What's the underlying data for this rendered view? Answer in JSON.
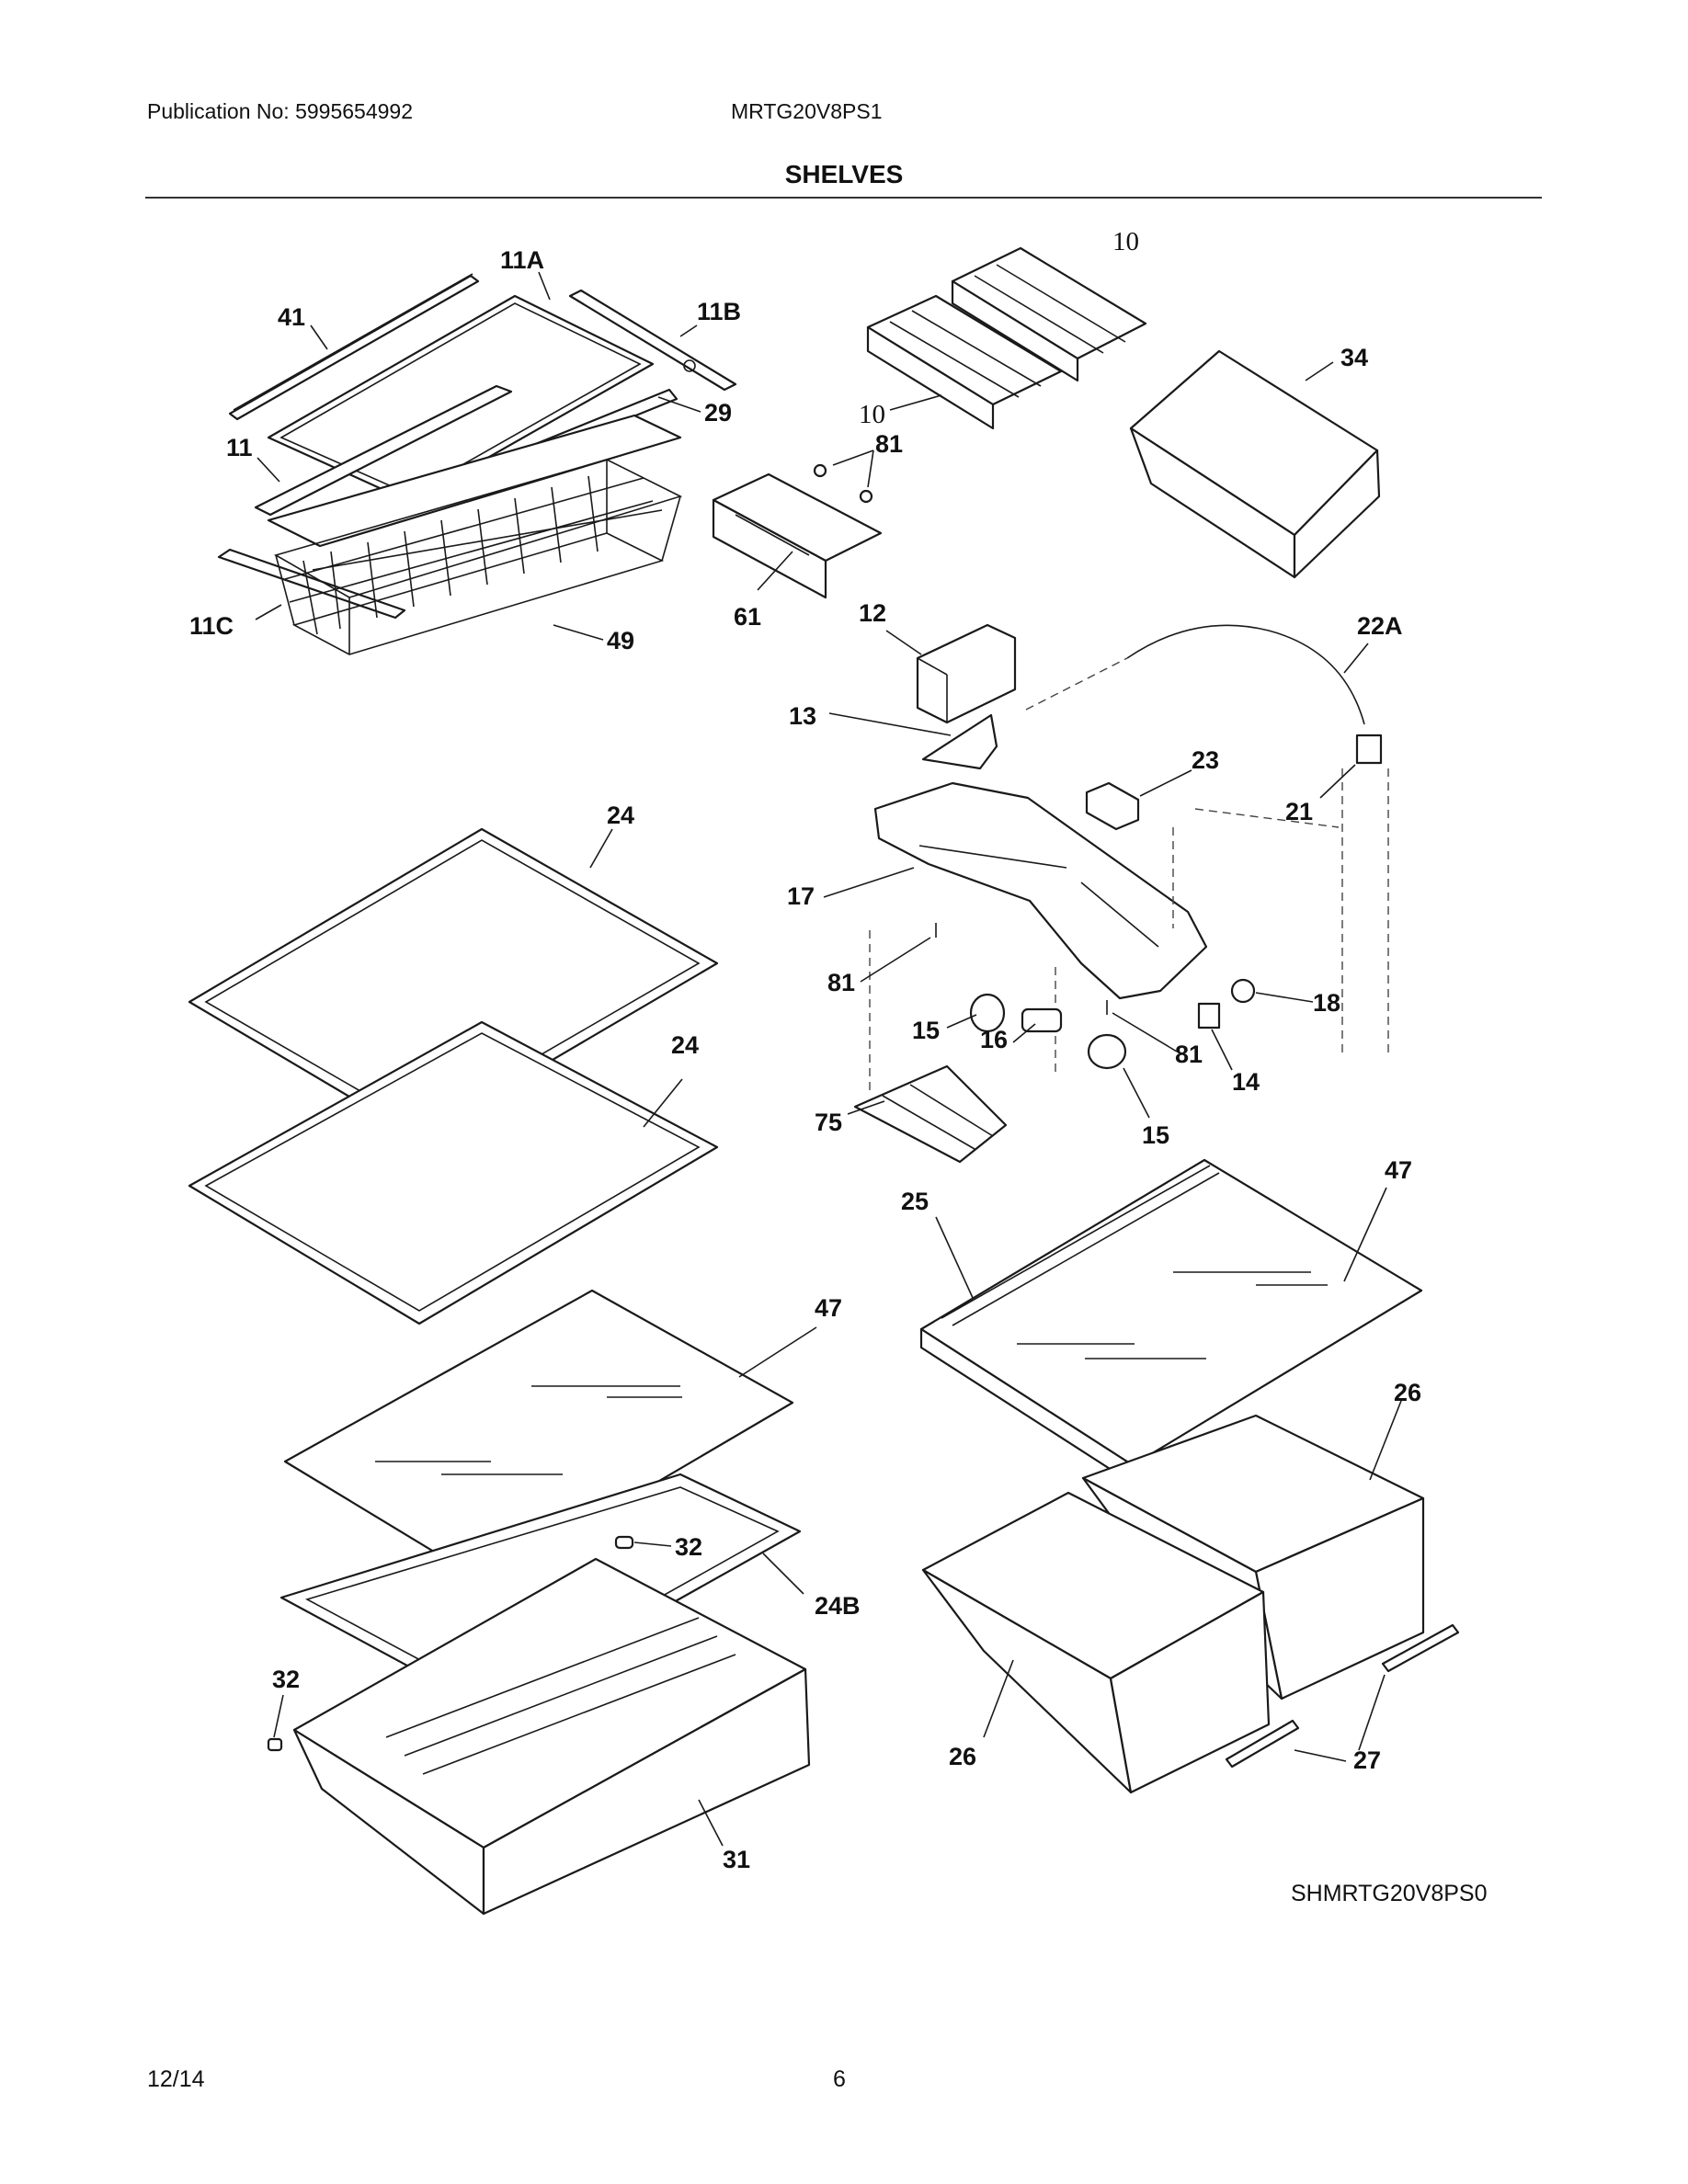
{
  "header": {
    "publication": "Publication No: 5995654992",
    "model": "MRTG20V8PS1",
    "title": "SHELVES"
  },
  "callouts": {
    "c41": "41",
    "c11A": "11A",
    "c11B": "11B",
    "c29": "29",
    "c11": "11",
    "c11C": "11C",
    "c49": "49",
    "c10a": "10",
    "c10b": "10",
    "c81a": "81",
    "c34": "34",
    "c61": "61",
    "c12": "12",
    "c22A": "22A",
    "c13": "13",
    "c23": "23",
    "c21": "21",
    "c24a": "24",
    "c17": "17",
    "c81b": "81",
    "c18": "18",
    "c15a": "15",
    "c16": "16",
    "c81c": "81",
    "c14": "14",
    "c24b": "24",
    "c75": "75",
    "c15b": "15",
    "c47a": "47",
    "c25": "25",
    "c47b": "47",
    "c26a": "26",
    "c32a": "32",
    "c24B": "24B",
    "c32b": "32",
    "c26b": "26",
    "c27": "27",
    "c31": "31"
  },
  "footer": {
    "reference": "SHMRTG20V8PS0",
    "date": "12/14",
    "page": "6"
  }
}
